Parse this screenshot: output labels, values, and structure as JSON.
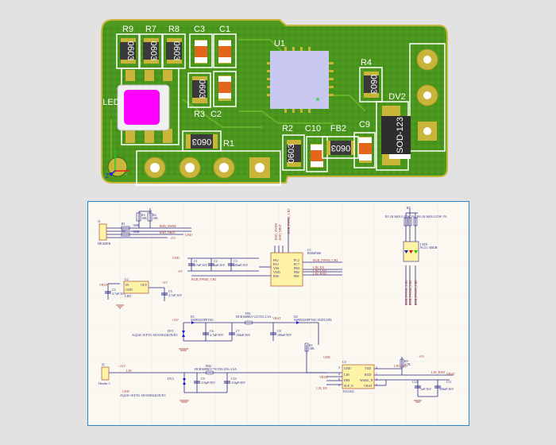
{
  "pcb": {
    "designators": {
      "r9": "R9",
      "r7": "R7",
      "r8": "R8",
      "c3": "C3",
      "c1": "C1",
      "u1": "U1",
      "r4": "R4",
      "dv2": "DV2",
      "led": "LED",
      "r3": "R3",
      "c2": "C2",
      "r1": "R1",
      "r2": "R2",
      "c10": "C10",
      "fb2": "FB2",
      "c9": "C9"
    },
    "package_marks": {
      "r9": "0603",
      "r7": "0603",
      "r8": "0603",
      "r3": "0603",
      "r1": "0603",
      "r4": "0603",
      "r2": "0603",
      "fb2": "0603",
      "dv2": "SOD-123"
    },
    "axis": {
      "y": "Y",
      "z": "Z"
    },
    "colors": {
      "board": "#4e9a1e",
      "copper": "#c8b53a",
      "silk": "#ffffff",
      "led": "#ff00ff",
      "ic": "#c8c8f0",
      "cap": "#e4661c",
      "resistor": "#3a3a3a"
    }
  },
  "schematic": {
    "colors": {
      "frame": "#2f86c8",
      "wire": "#2a2a80",
      "net": "#a0302a",
      "part_fill": "#fff3a6"
    },
    "j1": {
      "ref": "J1",
      "name": "HEADER"
    },
    "r3": {
      "ref": "R3",
      "value": "10K"
    },
    "r4": {
      "ref": "R4",
      "value": "10K"
    },
    "r1": {
      "ref": "R1",
      "value": "100R"
    },
    "r2": {
      "ref": "R2",
      "value": "100R"
    },
    "net_swim": "RSD_SWIM",
    "net_nrst": "RSD_NRST",
    "gnd": "GND",
    "v5": "+5V",
    "vbat": "VBAT",
    "v12": "+12V",
    "lin": "LIN",
    "c1": {
      "ref": "C1",
      "value": "4.7uF/16V"
    },
    "c2": {
      "ref": "C2",
      "value": "1uF/16V"
    },
    "c3": {
      "ref": "C3",
      "value": "100nF/16V"
    },
    "c4": {
      "ref": "C4",
      "value": "4.7uF/16V"
    },
    "c5": {
      "ref": "C5",
      "value": "4.7uF/16V"
    },
    "ldo": {
      "ref": "U2",
      "name": "LDO",
      "pins": [
        "IN",
        "GND",
        "OUT"
      ]
    },
    "mcu": {
      "ref": "U1",
      "name": "BS66F360",
      "left_pins": [
        "PA2",
        "PA3",
        "VSS",
        "VDD",
        "PD0"
      ],
      "right_pins": [
        "PC2",
        "PC7",
        "PB4",
        "PB2",
        "PB1"
      ],
      "top_nets": [
        "RSD_SWIM",
        "RSD_NRST",
        "RGB_PWM2_CH3"
      ],
      "right_nets": [
        "RGB_PWM3_CH2",
        "LIN_EN",
        "LIN_TXD",
        "LIN_RXD"
      ],
      "left_net": "RGB_PWM1_CH1"
    },
    "rgb": {
      "ref": "LED1",
      "name": "PLCC-4RGB",
      "r5": "R5 1K 0603 0.25W 1%",
      "r6": "R6 1K 0603 0.25W 1%",
      "r7": "R7",
      "nets": [
        "RGB_PWM1_CH1",
        "RGB_PWM2_CH3",
        "RGB_PWM3_CH2"
      ]
    },
    "d1": {
      "ref": "D1",
      "value": "SS8P2203PFTSG"
    },
    "d2": {
      "ref": "D2",
      "value": "SS8P2203PFTSG SOD123FL"
    },
    "dv1": {
      "ref": "DV1",
      "value": "AQ24C-01FTG AD-ESD24LIN/D3"
    },
    "dv2": {
      "ref": "DV2",
      "value": "AQ24C-01FTG AD-ESD24LIN/D3"
    },
    "fb1": {
      "ref": "FB1",
      "value": "HCB1608KV-221T25 2.5A"
    },
    "fb2": {
      "ref": "FB2",
      "value": "HCB1608KV-701T30 25%-3.0A"
    },
    "c6": {
      "ref": "C6",
      "value": "4.7uF/50V"
    },
    "c7": {
      "ref": "C7",
      "value": "100nF/50V"
    },
    "c8": {
      "ref": "C8",
      "value": "100nF/50V"
    },
    "c9": {
      "ref": "C9",
      "value": "110pF/50V"
    },
    "c10": {
      "ref": "C10",
      "value": "110pF/50V"
    },
    "c11": {
      "ref": "C11",
      "value": "100nF/16V"
    },
    "c12": {
      "ref": "C12",
      "value": "1uF/16V"
    },
    "r9": {
      "ref": "R9",
      "value": "4.7K"
    },
    "r10": {
      "ref": "R1",
      "value": "10K"
    },
    "j2": {
      "ref": "J2",
      "name": "Header 3"
    },
    "lin_tx": {
      "ref": "U3",
      "name": "TJA1021",
      "left_pins": [
        "GND",
        "LIN",
        "INH",
        "SLP_N"
      ],
      "right_pins": [
        "TXD",
        "RXD",
        "WAKE_N",
        "VBAT"
      ],
      "left_nums": [
        "5",
        "6",
        "8",
        "2"
      ],
      "right_nums": [
        "4",
        "1",
        "3",
        "7"
      ],
      "nets": [
        "LIN_TXD",
        "LIN_RXD",
        "LIN_EN"
      ]
    }
  }
}
